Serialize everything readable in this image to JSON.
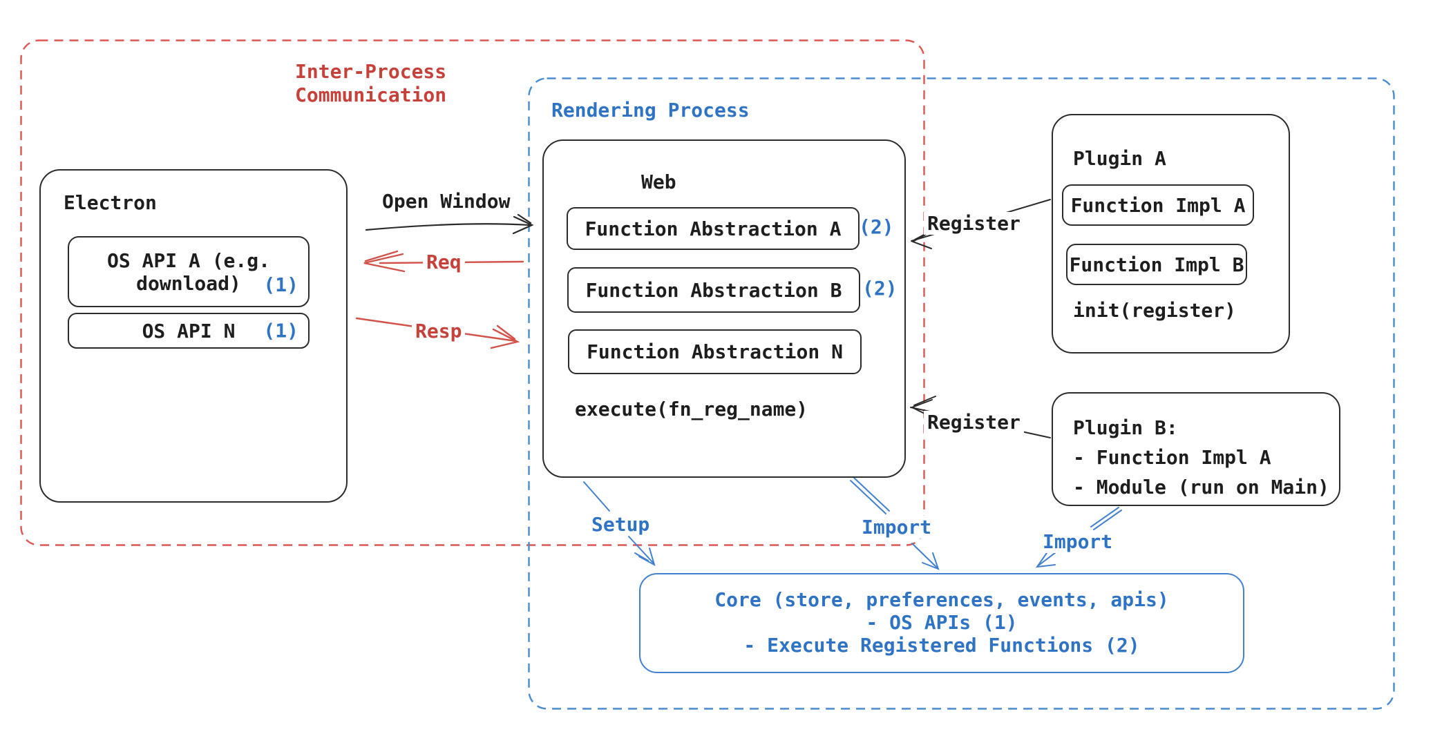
{
  "colors": {
    "red_text": "#c64139",
    "red_line": "#d25249",
    "blue_text": "#2e73c4",
    "blue_dash": "#478bd1",
    "ink": "#1e1e1e"
  },
  "regions": {
    "ipc": {
      "label_line1": "Inter-Process",
      "label_line2": "Communication"
    },
    "rendering": {
      "label": "Rendering Process"
    }
  },
  "electron": {
    "title": "Electron",
    "os_api_a": {
      "line1": "OS API A (e.g.",
      "line2": "download)",
      "badge": "(1)"
    },
    "os_api_n": {
      "label": "OS API N",
      "badge": "(1)"
    }
  },
  "web": {
    "title": "Web",
    "items": [
      {
        "label": "Function Abstraction A",
        "badge": "(2)"
      },
      {
        "label": "Function Abstraction B",
        "badge": "(2)"
      },
      {
        "label": "Function Abstraction N"
      }
    ],
    "footer": "execute(fn_reg_name)"
  },
  "plugin_a": {
    "title": "Plugin A",
    "impl_a": "Function Impl A",
    "impl_b": "Function Impl B",
    "footer": "init(register)"
  },
  "plugin_b": {
    "lines": [
      "Plugin B:",
      "- Function Impl A",
      "- Module (run on Main)"
    ]
  },
  "core": {
    "lines": [
      "Core (store, preferences, events, apis)",
      "- OS APIs (1)",
      "- Execute Registered Functions (2)"
    ]
  },
  "arrows": {
    "open_window": "Open Window",
    "req": "Req",
    "resp": "Resp",
    "register_top": "Register",
    "register_bottom": "Register",
    "setup": "Setup",
    "import_mid": "Import",
    "import_right": "Import"
  }
}
